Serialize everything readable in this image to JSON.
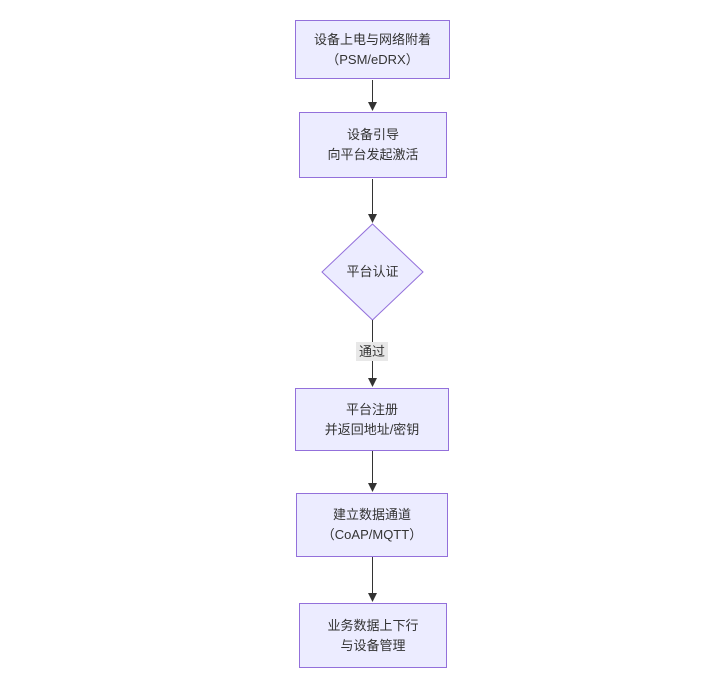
{
  "flowchart": {
    "type": "flowchart-top-down",
    "nodes": [
      {
        "id": "A",
        "shape": "rect",
        "lines": [
          "设备上电与网络附着",
          "（PSM/eDRX）"
        ]
      },
      {
        "id": "B",
        "shape": "rect",
        "lines": [
          "设备引导",
          "向平台发起激活"
        ]
      },
      {
        "id": "C",
        "shape": "diamond",
        "lines": [
          "平台认证"
        ]
      },
      {
        "id": "D",
        "shape": "rect",
        "lines": [
          "平台注册",
          "并返回地址/密钥"
        ]
      },
      {
        "id": "E",
        "shape": "rect",
        "lines": [
          "建立数据通道",
          "（CoAP/MQTT）"
        ]
      },
      {
        "id": "F",
        "shape": "rect",
        "lines": [
          "业务数据上下行",
          "与设备管理"
        ]
      }
    ],
    "edges": [
      {
        "from": "A",
        "to": "B",
        "label": ""
      },
      {
        "from": "B",
        "to": "C",
        "label": ""
      },
      {
        "from": "C",
        "to": "D",
        "label": "通过"
      },
      {
        "from": "D",
        "to": "E",
        "label": ""
      },
      {
        "from": "E",
        "to": "F",
        "label": ""
      }
    ],
    "colors": {
      "node_fill": "#ECECFF",
      "node_border": "#9370DB",
      "text": "#333333",
      "edge_line": "#333333",
      "edge_label_bg": "#e8e8e8",
      "background": "#ffffff"
    }
  }
}
